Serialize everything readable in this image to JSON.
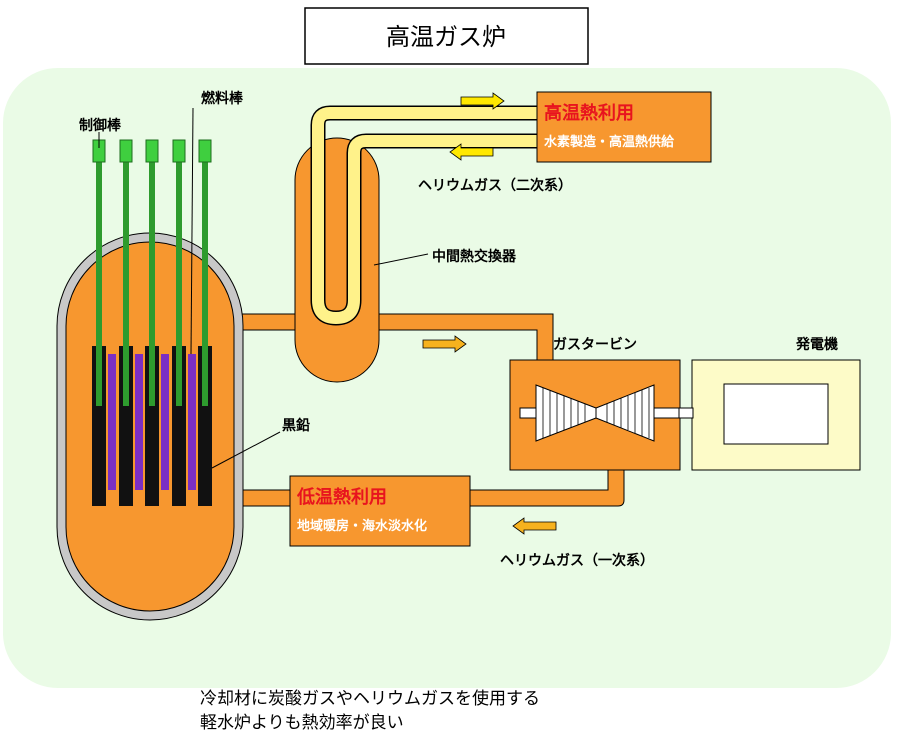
{
  "title": "高温ガス炉",
  "labels": {
    "control_rod": "制御棒",
    "fuel_rod": "燃料棒",
    "graphite": "黒鉛",
    "intermediate_heat_exchanger": "中間熱交換器",
    "helium_secondary": "ヘリウムガス（二次系）",
    "helium_primary": "ヘリウムガス（一次系）",
    "gas_turbine": "ガスタービン",
    "generator": "発電機"
  },
  "high_temp_use": {
    "title": "高温熱利用",
    "subtitle": "水素製造・高温熱供給"
  },
  "low_temp_use": {
    "title": "低温熱利用",
    "subtitle": "地域暖房・海水淡水化"
  },
  "caption": {
    "line1": "冷却材に炭酸ガスやヘリウムガスを使用する",
    "line2": "軽水炉よりも熱効率が良い"
  },
  "colors": {
    "background_panel": "#eafbe6",
    "reactor_orange": "#f7972f",
    "vessel_gray": "#c8c8c8",
    "rod_green": "#2e9b2e",
    "rod_tip_green": "#3fcf3f",
    "fuel_purple": "#7b2fc4",
    "graphite_black": "#111111",
    "secondary_loop_yellow": "#fff28a",
    "generator_cream": "#fdfbc8",
    "arrow_yellow": "#ffe800",
    "arrow_orange": "#f7b21e",
    "highlight_red": "#e8141e"
  }
}
